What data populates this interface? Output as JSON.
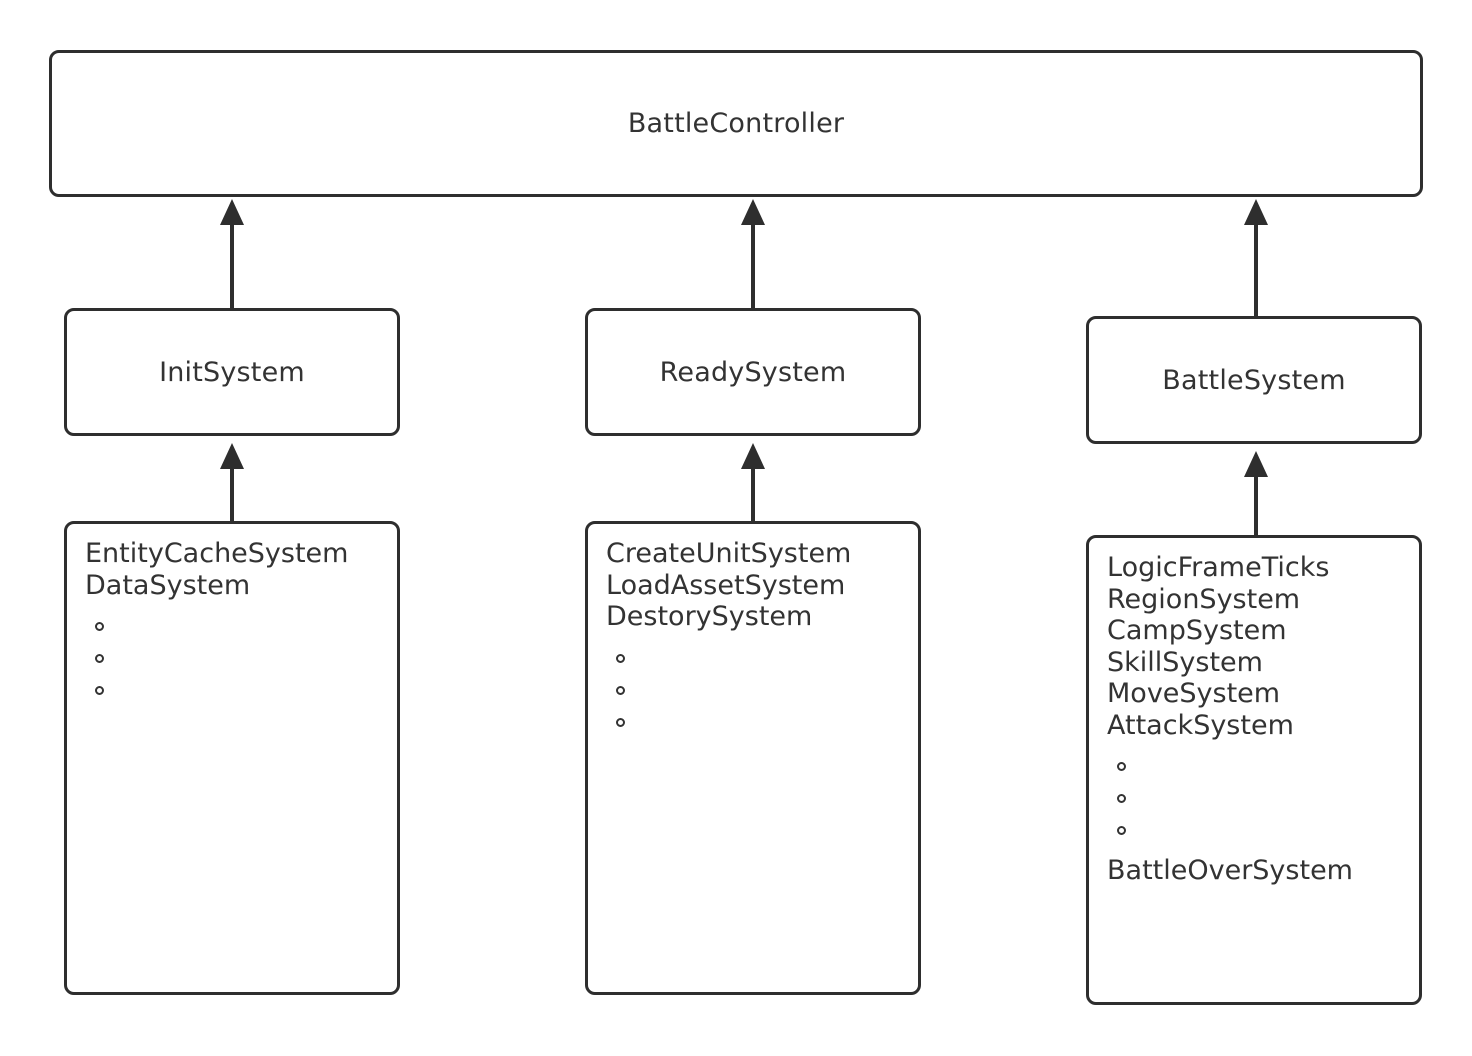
{
  "diagram": {
    "title_node": {
      "label": "BattleController"
    },
    "columns": [
      {
        "system": {
          "label": "InitSystem"
        },
        "details": {
          "items": [
            {
              "type": "text",
              "text": "EntityCacheSystem"
            },
            {
              "type": "text",
              "text": "DataSystem"
            },
            {
              "type": "dot",
              "text": "°"
            },
            {
              "type": "dot",
              "text": "°"
            },
            {
              "type": "dot",
              "text": "°"
            }
          ]
        }
      },
      {
        "system": {
          "label": "ReadySystem"
        },
        "details": {
          "items": [
            {
              "type": "text",
              "text": "CreateUnitSystem"
            },
            {
              "type": "text",
              "text": "LoadAssetSystem"
            },
            {
              "type": "text",
              "text": "DestorySystem"
            },
            {
              "type": "dot",
              "text": "°"
            },
            {
              "type": "dot",
              "text": "°"
            },
            {
              "type": "dot",
              "text": "°"
            }
          ]
        }
      },
      {
        "system": {
          "label": "BattleSystem"
        },
        "details": {
          "items": [
            {
              "type": "text",
              "text": "LogicFrameTicks"
            },
            {
              "type": "text",
              "text": "RegionSystem"
            },
            {
              "type": "text",
              "text": "CampSystem"
            },
            {
              "type": "text",
              "text": "SkillSystem"
            },
            {
              "type": "text",
              "text": "MoveSystem"
            },
            {
              "type": "text",
              "text": "AttackSystem"
            },
            {
              "type": "dot",
              "text": "°"
            },
            {
              "type": "dot",
              "text": "°"
            },
            {
              "type": "dot",
              "text": "°"
            },
            {
              "type": "text",
              "text": "BattleOverSystem"
            }
          ]
        }
      }
    ],
    "connectors": [
      {
        "name": "arrow-initsystem-to-battlecontroller"
      },
      {
        "name": "arrow-readysystem-to-battlecontroller"
      },
      {
        "name": "arrow-battlesystem-to-battlecontroller"
      },
      {
        "name": "arrow-initdetails-to-initsystem"
      },
      {
        "name": "arrow-readydetails-to-readysystem"
      },
      {
        "name": "arrow-battledetails-to-battlesystem"
      }
    ],
    "colors": {
      "stroke": "#2e2e2e",
      "text": "#333333",
      "background": "#ffffff"
    }
  }
}
